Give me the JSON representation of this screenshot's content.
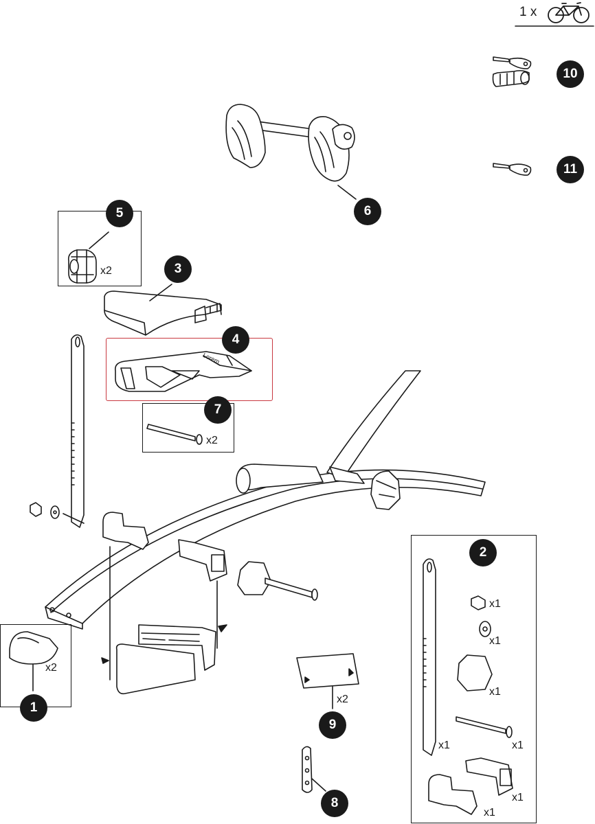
{
  "header": {
    "count_label": "1 x",
    "icon": "bicycle-icon"
  },
  "parts": [
    {
      "number": "1",
      "qty": "x2"
    },
    {
      "number": "2"
    },
    {
      "number": "3"
    },
    {
      "number": "4",
      "engraving": "Lorem"
    },
    {
      "number": "5",
      "qty": "x2"
    },
    {
      "number": "6"
    },
    {
      "number": "7",
      "qty": "x2"
    },
    {
      "number": "8"
    },
    {
      "number": "9",
      "qty": "x2"
    },
    {
      "number": "10"
    },
    {
      "number": "11"
    }
  ],
  "kit_2": {
    "strap_qty": "x1",
    "nut_qty": "x1",
    "washer_qty": "x1",
    "holder_qty": "x1",
    "bolt_qty": "x1",
    "clamp_top_qty": "x1",
    "clamp_bottom_qty": "x1"
  },
  "colors": {
    "ink": "#1a1a1a",
    "highlight": "#c8373f",
    "fill": "#ffffff",
    "shade": "#d9d9d9"
  }
}
